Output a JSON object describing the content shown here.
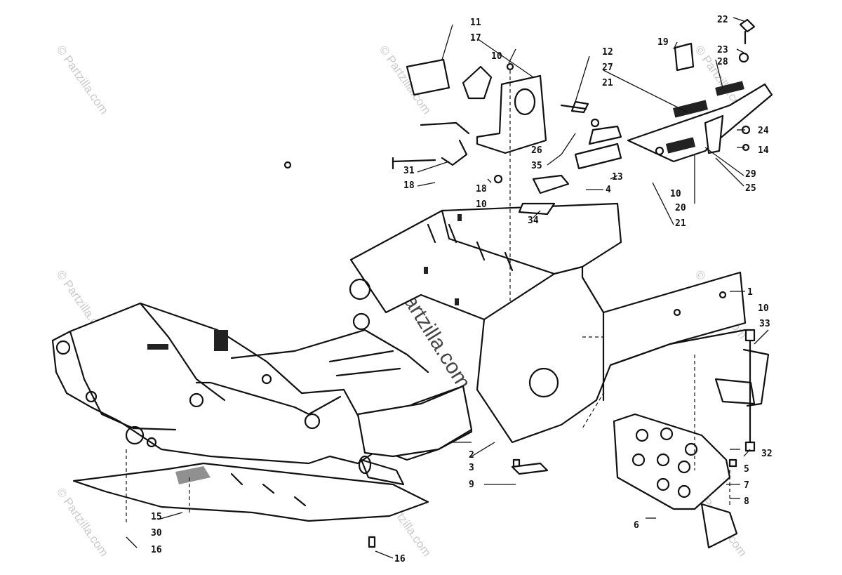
{
  "diagram": {
    "watermark_small": "© Partzilla.com",
    "watermark_large": "© Partzilla.com",
    "callouts": [
      "1",
      "2",
      "3",
      "4",
      "5",
      "6",
      "7",
      "8",
      "9",
      "10",
      "10",
      "10",
      "10",
      "10",
      "11",
      "12",
      "13",
      "14",
      "15",
      "16",
      "16",
      "17",
      "18",
      "18",
      "19",
      "20",
      "21",
      "21",
      "22",
      "23",
      "24",
      "25",
      "26",
      "27",
      "28",
      "29",
      "30",
      "31",
      "32",
      "33",
      "34",
      "35"
    ]
  }
}
